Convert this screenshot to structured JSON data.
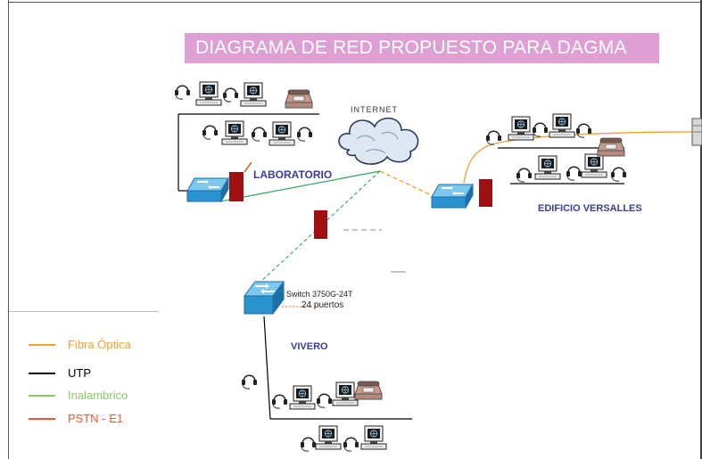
{
  "title": "DIAGRAMA DE RED PROPUESTO PARA DAGMA",
  "labels": {
    "internet": "INTERNET",
    "laboratorio": "LABORATORIO",
    "versalles": "EDIFICIO VERSALLES",
    "vivero": "VIVERO",
    "switch_model": "Switch 3750G-24T",
    "switch_ports": "24 puertos"
  },
  "legend": [
    {
      "label": "Fibra Óptica",
      "color": "#f0a030"
    },
    {
      "label": "UTP",
      "color": "#000000"
    },
    {
      "label": "Inalambrico",
      "color": "#88cc66"
    },
    {
      "label": "PSTN - E1",
      "color": "#e05a3a"
    }
  ],
  "colors": {
    "title_bg": "#dea0d4",
    "switch": "#3aa0d8",
    "firewall": "#a01010",
    "node_label": "#3a3aa0"
  },
  "icons": {
    "cloud": "cloud-icon",
    "switch": "switch-icon",
    "firewall": "firewall-icon",
    "workstation": "workstation-icon",
    "telephone": "telephone-icon",
    "headset": "headset-icon",
    "server": "server-icon"
  }
}
